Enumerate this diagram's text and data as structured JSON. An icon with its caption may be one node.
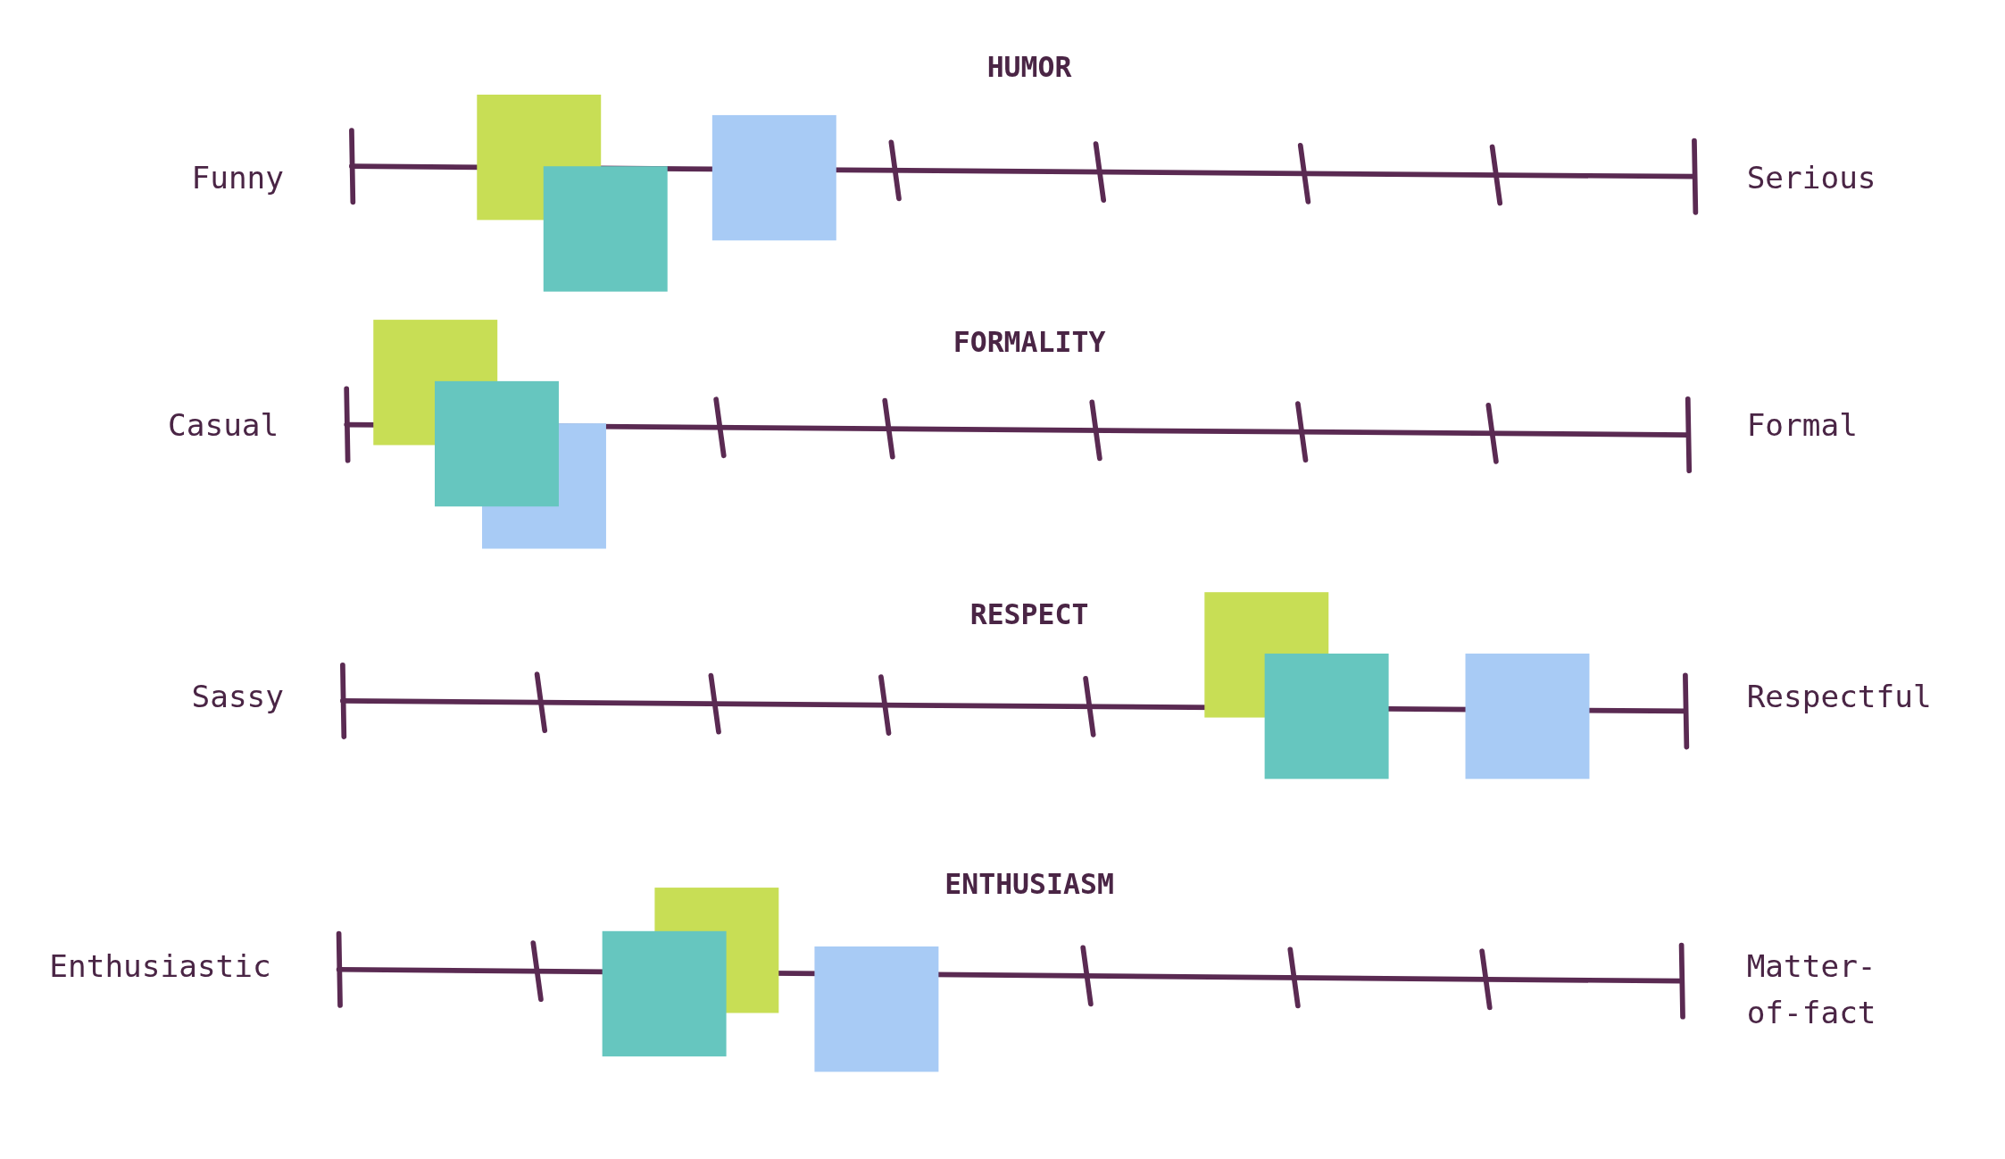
{
  "diagram": {
    "nodes": [
      {
        "text": [],
        "shape": "box"
      },
      {
        "text": [],
        "shape": "box"
      },
      {
        "text": [],
        "shape": "box"
      },
      {
        "text": [],
        "shape": "box"
      },
      {
        "text": [],
        "shape": "box"
      },
      {
        "text": [],
        "shape": "box"
      },
      {
        "text": [],
        "shape": "box"
      },
      {
        "text": [],
        "shape": "box"
      },
      {
        "text": [],
        "shape": "box"
      },
      {
        "text": [],
        "shape": "box"
      },
      {
        "text": [],
        "shape": "box"
      },
      {
        "text": [],
        "shape": "box"
      }
    ],
    "labels": [
      "HUMOR",
      "Funny",
      "Serious",
      "FORMALITY",
      "Casual",
      "Formal",
      "RESPECT",
      "Sassy",
      "Respectful",
      "ENTHUSIASM",
      "Enthusiastic",
      "Matter-of-fact"
    ]
  }
}
